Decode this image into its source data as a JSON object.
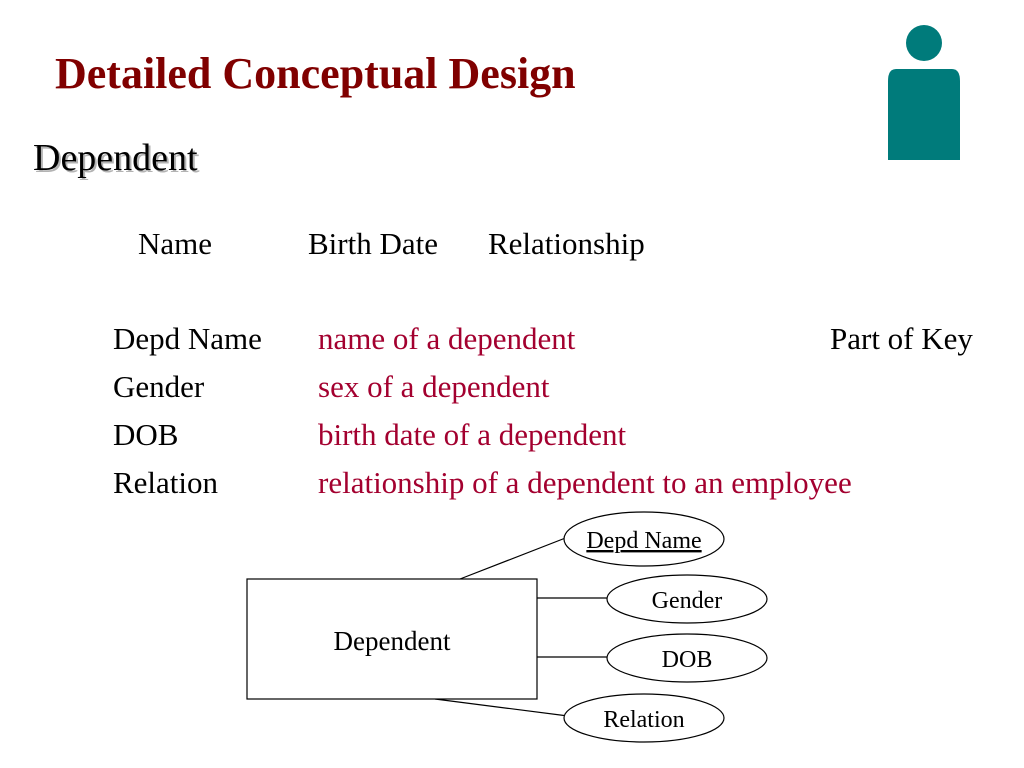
{
  "title": "Detailed Conceptual Design",
  "section": "Dependent",
  "columns": [
    "Name",
    "Birth Date",
    "Relationship"
  ],
  "attributes": [
    {
      "name": "Depd Name",
      "description": "name of a dependent",
      "note": "Part of Key"
    },
    {
      "name": "Gender",
      "description": "sex of a dependent",
      "note": ""
    },
    {
      "name": "DOB",
      "description": "birth date of a dependent",
      "note": ""
    },
    {
      "name": "Relation",
      "description": "relationship of a dependent to an employee",
      "note": ""
    }
  ],
  "er_diagram": {
    "entity": "Dependent",
    "attributes": [
      {
        "label": "Depd Name",
        "key": true
      },
      {
        "label": "Gender",
        "key": false
      },
      {
        "label": "DOB",
        "key": false
      },
      {
        "label": "Relation",
        "key": false
      }
    ]
  },
  "colors": {
    "title": "#800000",
    "description": "#a3002f",
    "icon": "#007b7b"
  },
  "icons": {
    "person": "person-icon"
  }
}
